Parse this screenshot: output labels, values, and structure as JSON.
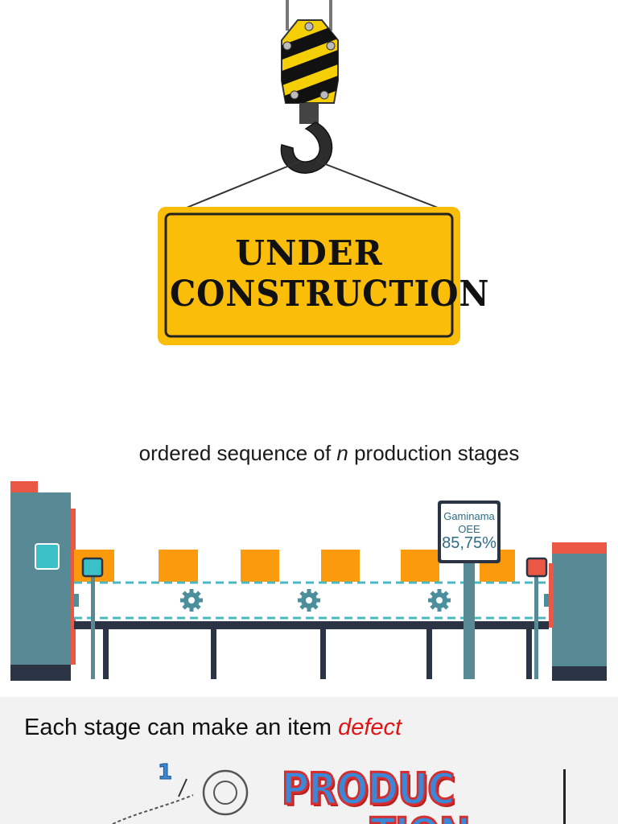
{
  "sign": {
    "line1": "UNDER",
    "line2": "CONSTRUCTION"
  },
  "caption": {
    "before": "ordered sequence of ",
    "variable": "n",
    "after": " production stages"
  },
  "oee_display": {
    "brand": "Gaminama",
    "label": "OEE",
    "value": "85,75%"
  },
  "defect_line": {
    "text": "Each stage can make an item ",
    "highlight": "defect"
  },
  "production_art": {
    "stage_number": "1",
    "word_line1": "PRODUC",
    "word_line2": "TION"
  },
  "colors": {
    "sign_yellow": "#f9bd0a",
    "machine_teal": "#578a95",
    "box_orange": "#fb9a0c",
    "accent_red": "#ea5744",
    "belt_dashed": "#4bb8c0",
    "defect_red": "#e01515"
  }
}
